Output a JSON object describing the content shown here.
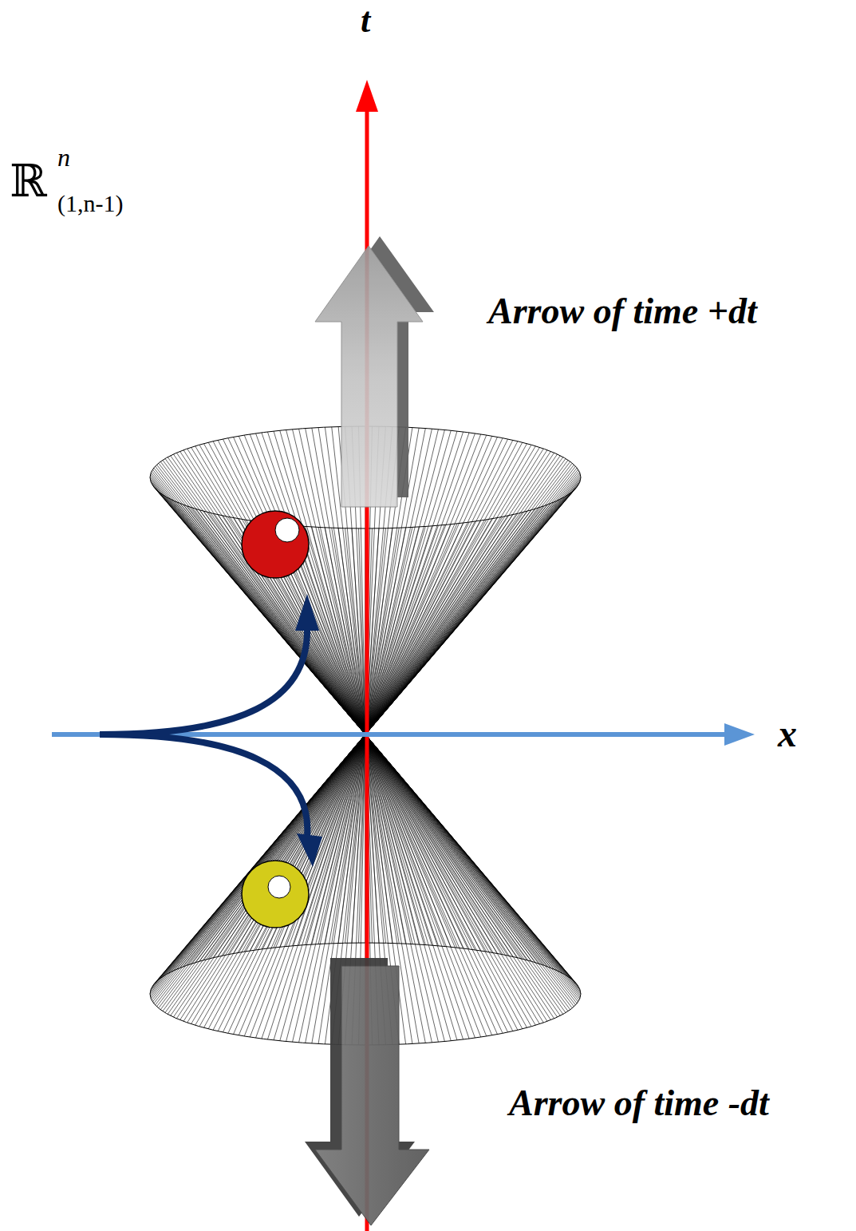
{
  "diagram": {
    "labels": [
      "t",
      "ℝ",
      "n",
      "(1,n-1)",
      "Arrow of time +dt",
      "x",
      "Arrow of time -dt"
    ]
  }
}
